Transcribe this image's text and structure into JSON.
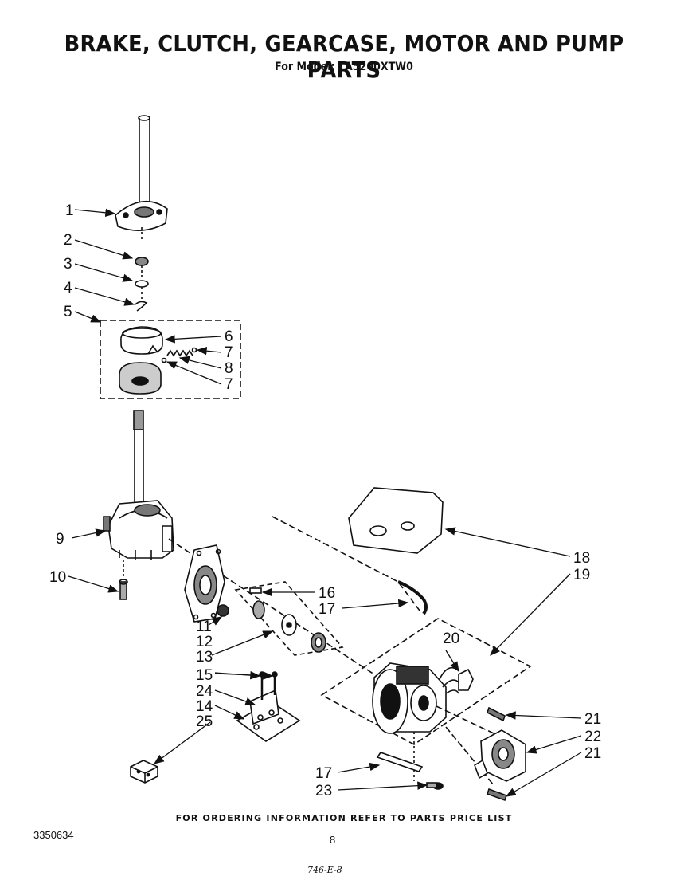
{
  "header": {
    "title": "BRAKE, CLUTCH, GEARCASE, MOTOR AND PUMP PARTS",
    "subtitle": "For Model: LA5200XTW0"
  },
  "callouts": [
    "1",
    "2",
    "3",
    "4",
    "5",
    "6",
    "7",
    "8",
    "7",
    "9",
    "10",
    "11",
    "12",
    "13",
    "15",
    "24",
    "14",
    "25",
    "16",
    "17",
    "18",
    "19",
    "20",
    "21",
    "22",
    "21",
    "17",
    "23"
  ],
  "footer": {
    "note": "FOR ORDERING INFORMATION REFER TO PARTS PRICE LIST",
    "doc_number": "3350634",
    "page_number": "8",
    "handwritten": "746-E-8"
  }
}
